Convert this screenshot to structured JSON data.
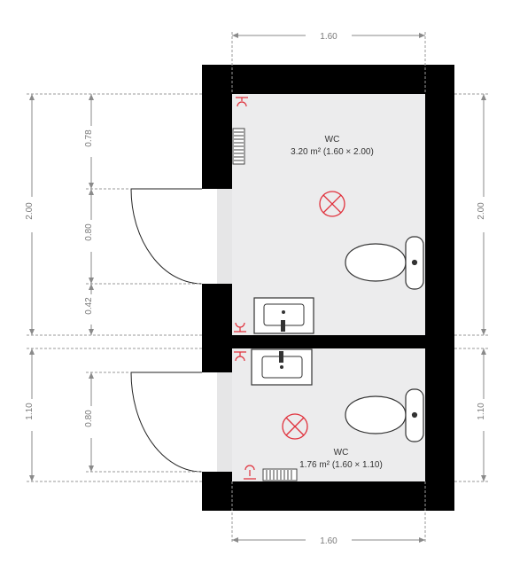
{
  "colors": {
    "wall": "#000000",
    "floor": "#ececed",
    "dimension": "#8a8a8a",
    "fixture_red": "#e0313c"
  },
  "dimensions": {
    "top_width": "1.60",
    "bottom_width": "1.60",
    "left_upper_total": "2.00",
    "left_upper_seg1": "0.78",
    "left_upper_seg2": "0.80",
    "left_upper_seg3": "0.42",
    "right_upper": "2.00",
    "left_lower_total": "1.10",
    "left_lower_door": "0.80",
    "right_lower": "1.10"
  },
  "rooms": [
    {
      "name": "WC",
      "area": "3.20 m² (1.60 × 2.00)"
    },
    {
      "name": "WC",
      "area": "1.76 m² (1.60 × 1.10)"
    }
  ],
  "icons": [
    "ceiling-light-icon",
    "toilet-icon",
    "sink-icon",
    "radiator-icon",
    "wall-socket-icon",
    "door-swing-icon"
  ]
}
